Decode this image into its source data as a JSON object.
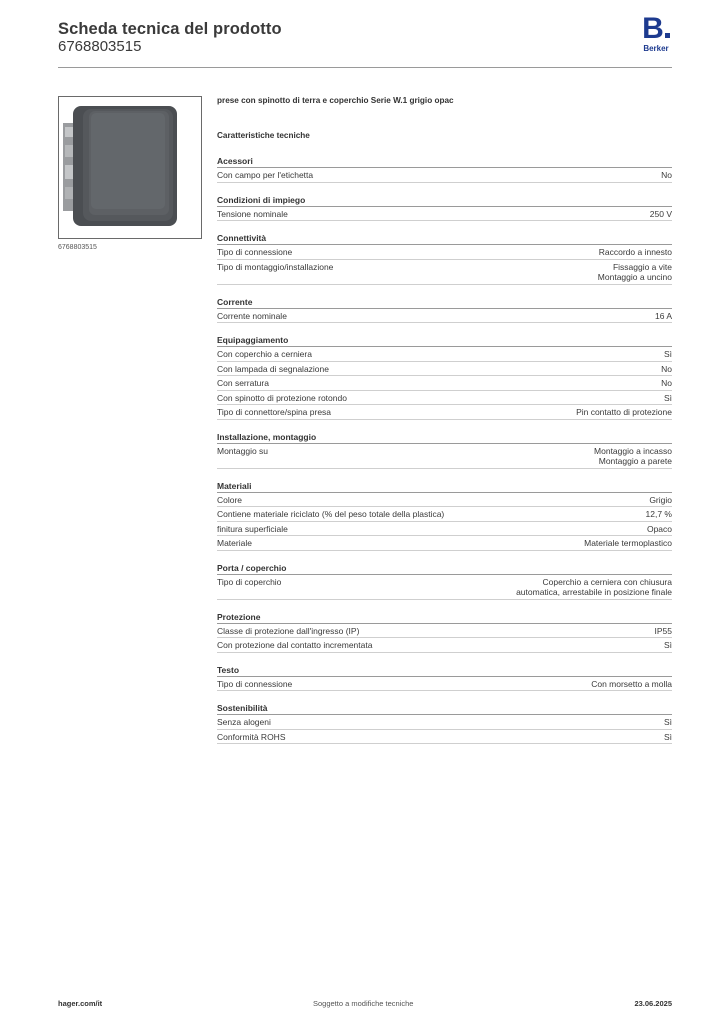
{
  "header": {
    "title": "Scheda tecnica del prodotto",
    "code": "6768803515",
    "logo_letter": "B",
    "logo_text": "Berker"
  },
  "colors": {
    "brand": "#1d3a8f",
    "text": "#333333",
    "rule": "#9a9a9a"
  },
  "product": {
    "image_caption": "6768803515",
    "description": "prese con spinotto di terra e coperchio Serie W.1 grigio opac",
    "specs_title": "Caratteristiche tecniche"
  },
  "sections": [
    {
      "title": "Acessori",
      "rows": [
        {
          "label": "Con campo per l'etichetta",
          "value": [
            "No"
          ]
        }
      ]
    },
    {
      "title": "Condizioni di impiego",
      "rows": [
        {
          "label": "Tensione nominale",
          "value": [
            "250 V"
          ]
        }
      ]
    },
    {
      "title": "Connettività",
      "rows": [
        {
          "label": "Tipo di connessione",
          "value": [
            "Raccordo a innesto"
          ]
        },
        {
          "label": "Tipo di montaggio/installazione",
          "value": [
            "Fissaggio a vite",
            "Montaggio a uncino"
          ]
        }
      ]
    },
    {
      "title": "Corrente",
      "rows": [
        {
          "label": "Corrente nominale",
          "value": [
            "16 A"
          ]
        }
      ]
    },
    {
      "title": "Equipaggiamento",
      "rows": [
        {
          "label": "Con coperchio a cerniera",
          "value": [
            "Sì"
          ]
        },
        {
          "label": "Con lampada di segnalazione",
          "value": [
            "No"
          ]
        },
        {
          "label": "Con serratura",
          "value": [
            "No"
          ]
        },
        {
          "label": "Con spinotto di protezione rotondo",
          "value": [
            "Sì"
          ]
        },
        {
          "label": "Tipo di connettore/spina presa",
          "value": [
            "Pin contatto di protezione"
          ]
        }
      ]
    },
    {
      "title": "Installazione, montaggio",
      "rows": [
        {
          "label": "Montaggio su",
          "value": [
            "Montaggio a incasso",
            "Montaggio a parete"
          ]
        }
      ]
    },
    {
      "title": "Materiali",
      "rows": [
        {
          "label": "Colore",
          "value": [
            "Grigio"
          ]
        },
        {
          "label": "Contiene materiale riciclato (% del peso totale della plastica)",
          "value": [
            "12,7 %"
          ]
        },
        {
          "label": "finitura superficiale",
          "value": [
            "Opaco"
          ]
        },
        {
          "label": "Materiale",
          "value": [
            "Materiale termoplastico"
          ]
        }
      ]
    },
    {
      "title": "Porta / coperchio",
      "rows": [
        {
          "label": "Tipo di coperchio",
          "value": [
            "Coperchio a cerniera con chiusura",
            "automatica, arrestabile in posizione finale"
          ]
        }
      ]
    },
    {
      "title": "Protezione",
      "rows": [
        {
          "label": "Classe di protezione dall'ingresso (IP)",
          "value": [
            "IP55"
          ]
        },
        {
          "label": "Con protezione dal contatto incrementata",
          "value": [
            "Sì"
          ]
        }
      ]
    },
    {
      "title": "Testo",
      "rows": [
        {
          "label": "Tipo di connessione",
          "value": [
            "Con morsetto a molla"
          ]
        }
      ]
    },
    {
      "title": "Sostenibilità",
      "rows": [
        {
          "label": "Senza alogeni",
          "value": [
            "Sì"
          ]
        },
        {
          "label": "Conformità ROHS",
          "value": [
            "Sì"
          ]
        }
      ]
    }
  ],
  "footer": {
    "left": "hager.com/it",
    "center": "Soggetto a modifiche tecniche",
    "right": "23.06.2025"
  }
}
